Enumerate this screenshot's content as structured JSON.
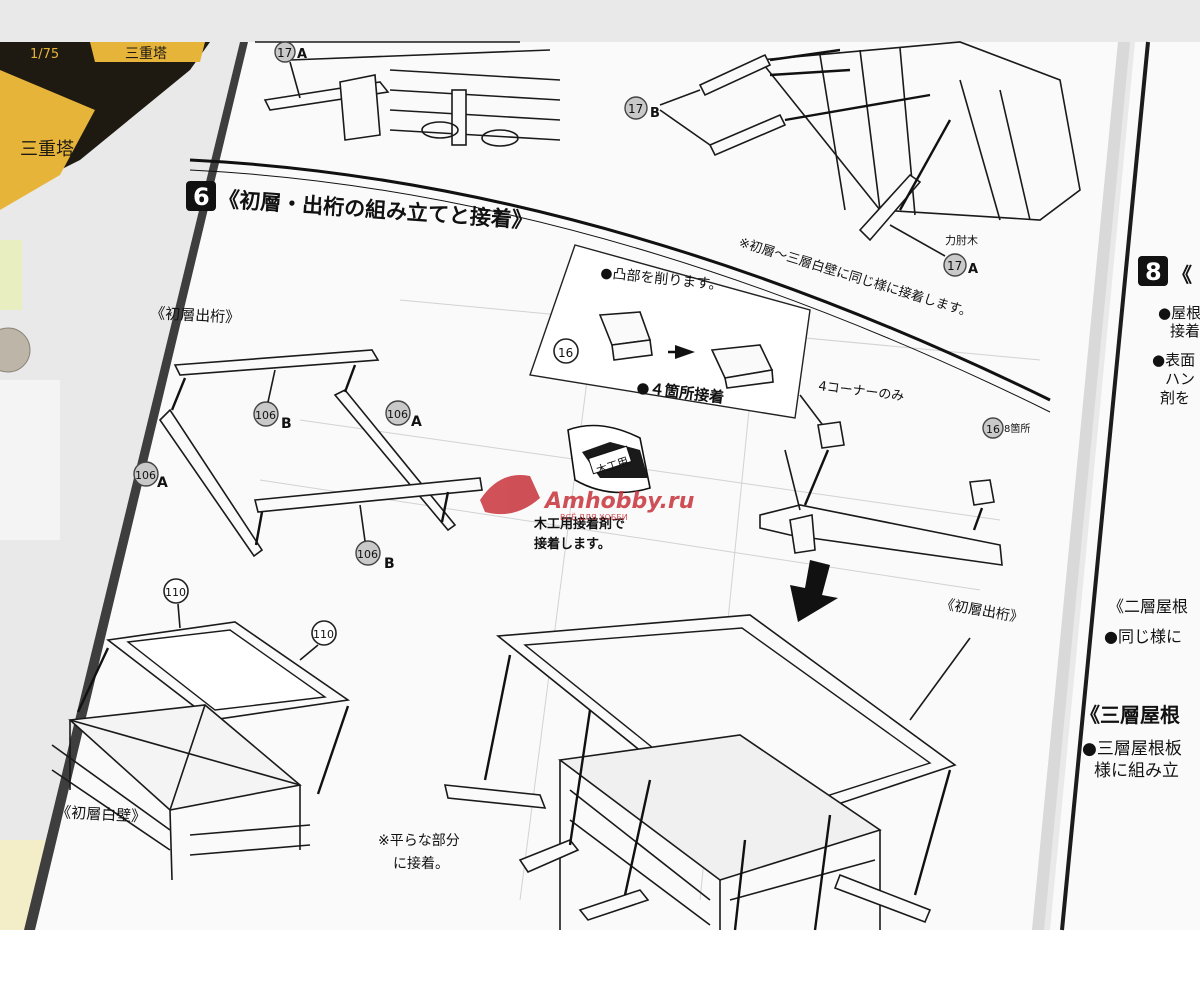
{
  "step_number": "6",
  "step_title": "《初層・出桁の組み立てと接着》",
  "next_step_number": "8",
  "next_step_title_fragment": "《",
  "labels": {
    "top_17a": "17",
    "top_17a_suffix": "A",
    "top_17b": "17",
    "top_17b_suffix": "B",
    "rikishiki": "力肘木",
    "right_17a": "17",
    "right_17a_suffix": "A",
    "note_same_layers": "※初層～三層白壁に同じ様に接着します。",
    "sub_shosou_detake": "《初層出桁》",
    "part_106b": "106",
    "part_106b_suffix": "B",
    "part_106a_right": "106",
    "part_106a_right_suffix": "A",
    "part_106a_left": "106",
    "part_106a_left_suffix": "A",
    "part_106b_bottom": "106",
    "part_106b_bottom_suffix": "B",
    "box_part": "16",
    "box_trim": "●凸部を削ります。",
    "box_glue4": "●４箇所接着",
    "corners_only": "4コーナーのみ",
    "part16_right": "16",
    "eight_places": "8箇所",
    "glue_tube": "木工用",
    "glue_note_1": "木工用接着剤で",
    "glue_note_2": "接着します。",
    "watermark": "Amhobby.ru",
    "watermark_sub": "ВСЁ ДЛЯ ХОББИ",
    "right_shosou_detake": "《初層出桁》",
    "part_110a": "110",
    "part_110b": "110",
    "sub_shosou_hakuheki": "《初層白壁》",
    "flat_note_1": "※平らな部分",
    "flat_note_2": "に接着。",
    "right_col_1": "●屋根",
    "right_col_2": "接着",
    "right_col_3": "●表面",
    "right_col_4": "ハン",
    "right_col_5": "剤を",
    "right_col_6": "《二層屋根",
    "right_col_7": "●同じ様に",
    "right_col_8": "《三層屋根",
    "right_col_9": "●三層屋根板",
    "right_col_10": "様に組み立",
    "box_scale": "1/75",
    "box_title": "三重塔"
  },
  "colors": {
    "paper": "#fafafa",
    "ink": "#111111",
    "box_yellow": "#e7b43a",
    "box_black": "#1e1a12",
    "watermark_red": "#c8323a",
    "desk_gray": "#dcdcdc"
  }
}
